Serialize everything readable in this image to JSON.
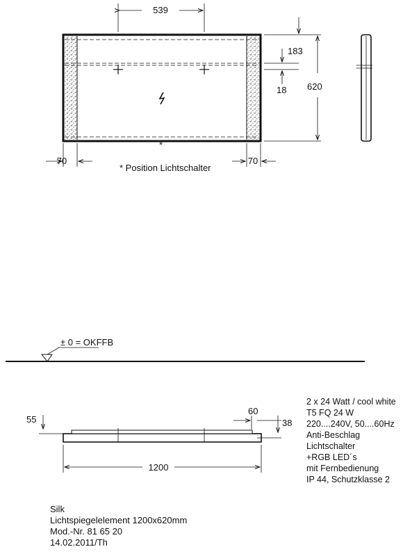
{
  "front_view": {
    "dim_top_spacing": "539",
    "dim_height": "620",
    "dim_offset_top": "183",
    "dim_offset_small": "18",
    "dim_left_side": "70",
    "dim_right_side": "70",
    "switch_marker": "*",
    "note": "* Position Lichtschalter"
  },
  "floor_level": {
    "label": "± 0 = OKFFB"
  },
  "plan_view": {
    "dim_depth": "55",
    "dim_right_offset": "60",
    "dim_right_depth": "38",
    "dim_width": "1200"
  },
  "specs": [
    "2 x 24 Watt / cool white",
    "T5 FQ 24 W",
    "220....240V, 50....60Hz",
    "Anti-Beschlag",
    "Lichtschalter",
    "+RGB LED´s",
    "mit Fernbedienung",
    "IP 44, Schutzklasse 2"
  ],
  "product": {
    "name": "Silk",
    "description": "Lichtspiegelelement 1200x620mm",
    "model": "Mod.-Nr. 81 65 20",
    "date": "14.02.2011/Th"
  }
}
